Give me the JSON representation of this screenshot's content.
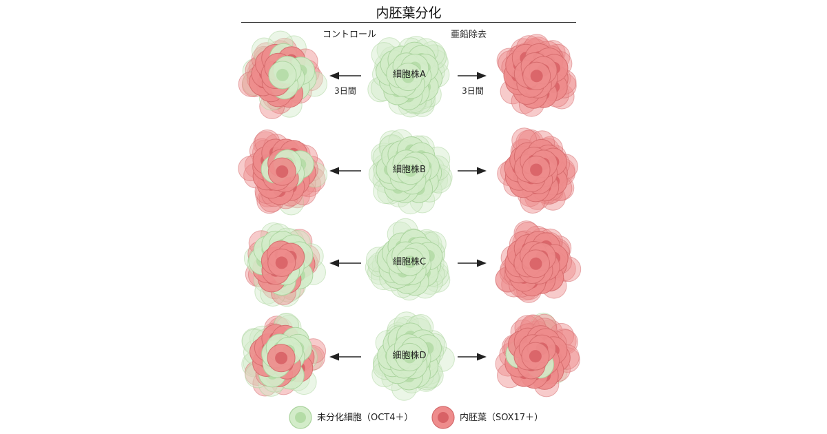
{
  "title": "内胚葉分化",
  "columns": {
    "control": "コントロール",
    "zinc_removal": "亜鉛除去"
  },
  "duration_label": "3日間",
  "cell_lines": [
    {
      "id": "a",
      "label": "細胞株A",
      "control_red_fraction": 0.6,
      "zinc_red_fraction": 1.0,
      "show_duration": true
    },
    {
      "id": "b",
      "label": "細胞株B",
      "control_red_fraction": 0.85,
      "zinc_red_fraction": 1.0,
      "show_duration": false
    },
    {
      "id": "c",
      "label": "細胞株C",
      "control_red_fraction": 0.5,
      "zinc_red_fraction": 1.0,
      "show_duration": false
    },
    {
      "id": "d",
      "label": "細胞株D",
      "control_red_fraction": 0.45,
      "zinc_red_fraction": 0.95,
      "show_duration": false
    }
  ],
  "legend": [
    {
      "id": "undiff",
      "icon": "green-cell-icon",
      "label": "未分化細胞（OCT4＋）"
    },
    {
      "id": "endo",
      "icon": "red-cell-icon",
      "label": "内胚葉（SOX17＋）"
    }
  ],
  "colors": {
    "green_body": "#d3ecc9",
    "green_stroke": "#a9d39c",
    "green_nucleus": "#b4dca6",
    "red_body": "#ee8c8c",
    "red_stroke": "#d46a6c",
    "red_nucleus": "#d86266",
    "arrow": "#222222"
  }
}
